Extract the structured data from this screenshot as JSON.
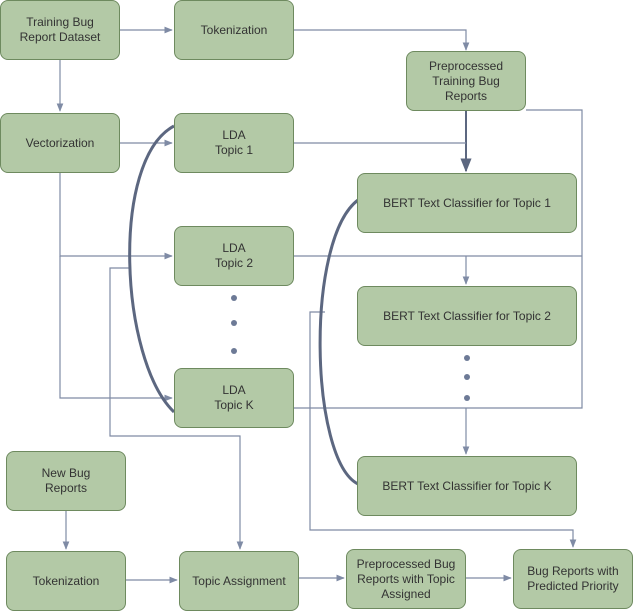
{
  "colors": {
    "node_fill": "#b3c9a6",
    "node_border": "#6e8a5f",
    "edge": "#7f8ba5",
    "brace": "#5c6780",
    "text": "#333333"
  },
  "nodes": {
    "training_dataset": "Training Bug\nReport Dataset",
    "tokenization_top": "Tokenization",
    "preprocessed_training": "Preprocessed\nTraining Bug Reports",
    "vectorization": "Vectorization",
    "lda_topic_1": "LDA\nTopic 1",
    "lda_topic_2": "LDA\nTopic 2",
    "lda_topic_k": "LDA\nTopic K",
    "bert_topic_1": "BERT Text Classifier for Topic 1",
    "bert_topic_2": "BERT Text Classifier for Topic 2",
    "bert_topic_k": "BERT Text Classifier for Topic K",
    "new_bug_reports": "New Bug\nReports",
    "tokenization_bottom": "Tokenization",
    "topic_assignment": "Topic Assignment",
    "preprocessed_assigned": "Preprocessed Bug\nReports with Topic\nAssigned",
    "bug_reports_priority": "Bug Reports with\nPredicted Priority"
  }
}
